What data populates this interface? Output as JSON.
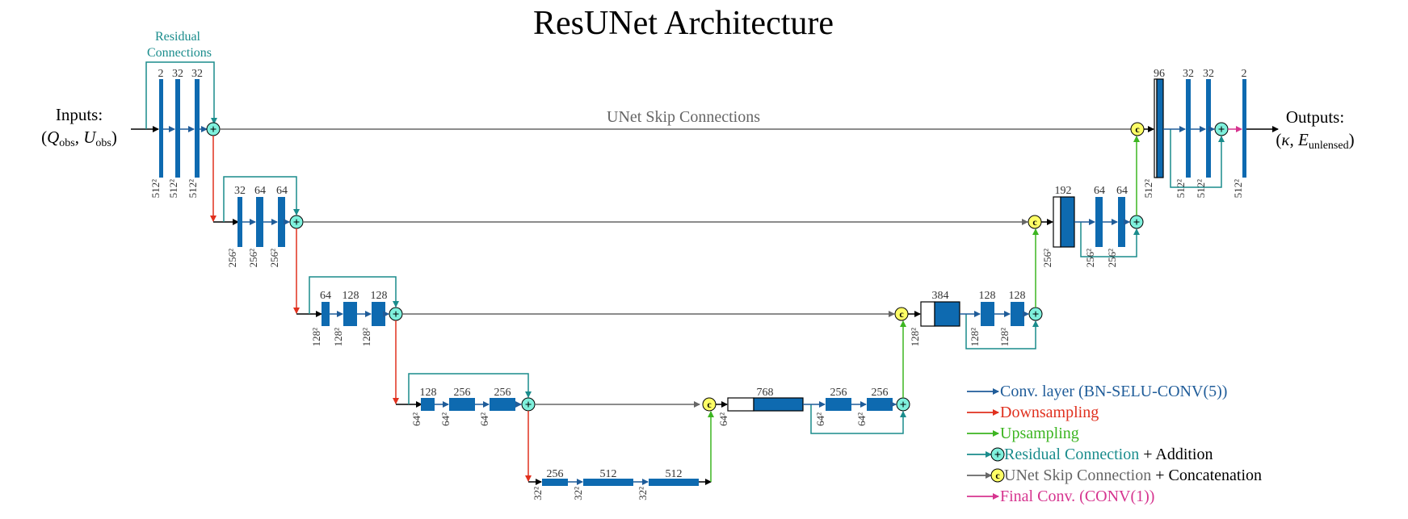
{
  "title": "ResUNet Architecture",
  "colors": {
    "conv": "#1F5C99",
    "block": "#0E6AB0",
    "downsample": "#E0301E",
    "upsample": "#3CB521",
    "residual": "#1A8C8C",
    "skip": "#666666",
    "final": "#D6348F",
    "add_node": "#7FF0DC",
    "concat_node": "#FFFF66"
  },
  "labels": {
    "residual_connections_line1": "Residual",
    "residual_connections_line2": "Connections",
    "unet_skip": "UNet Skip Connections",
    "inputs": "Inputs:",
    "inputs_q": "Q",
    "inputs_q_sub": "obs",
    "inputs_u": "U",
    "inputs_u_sub": "obs",
    "outputs": "Outputs:",
    "outputs_kappa": "κ",
    "outputs_e": "E",
    "outputs_e_sub": "unlensed",
    "add_symbol": "+",
    "concat_symbol": "c"
  },
  "encoder": {
    "level1": {
      "channels": [
        "2",
        "32",
        "32"
      ],
      "dims": [
        "512²",
        "512²",
        "512²"
      ]
    },
    "level2": {
      "channels": [
        "32",
        "64",
        "64"
      ],
      "dims": [
        "256²",
        "256²",
        "256²"
      ]
    },
    "level3": {
      "channels": [
        "64",
        "128",
        "128"
      ],
      "dims": [
        "128²",
        "128²",
        "128²"
      ]
    },
    "level4": {
      "channels": [
        "128",
        "256",
        "256"
      ],
      "dims": [
        "64²",
        "64²",
        "64²"
      ]
    },
    "bottleneck": {
      "channels": [
        "256",
        "512",
        "512"
      ],
      "dims": [
        "32²",
        "32²",
        "32²"
      ]
    }
  },
  "decoder": {
    "level4": {
      "channels": [
        "768",
        "256",
        "256"
      ],
      "dims": [
        "64²",
        "64²",
        "64²"
      ]
    },
    "level3": {
      "channels": [
        "384",
        "128",
        "128"
      ],
      "dims": [
        "128²",
        "128²",
        "128²"
      ]
    },
    "level2": {
      "channels": [
        "192",
        "64",
        "64"
      ],
      "dims": [
        "256²",
        "256²",
        "256²"
      ]
    },
    "level1": {
      "channels": [
        "96",
        "32",
        "32",
        "2"
      ],
      "dims": [
        "512²",
        "512²",
        "512²",
        "512²"
      ]
    }
  },
  "legend": {
    "conv": "Conv. layer (BN-SELU-CONV(5))",
    "down": "Downsampling",
    "up": "Upsampling",
    "res_part1": "Residual Connection",
    "res_part2": " + Addition",
    "skip_part1": "UNet Skip Connection",
    "skip_part2": " + Concatenation",
    "final": "Final Conv. (CONV(1))"
  }
}
